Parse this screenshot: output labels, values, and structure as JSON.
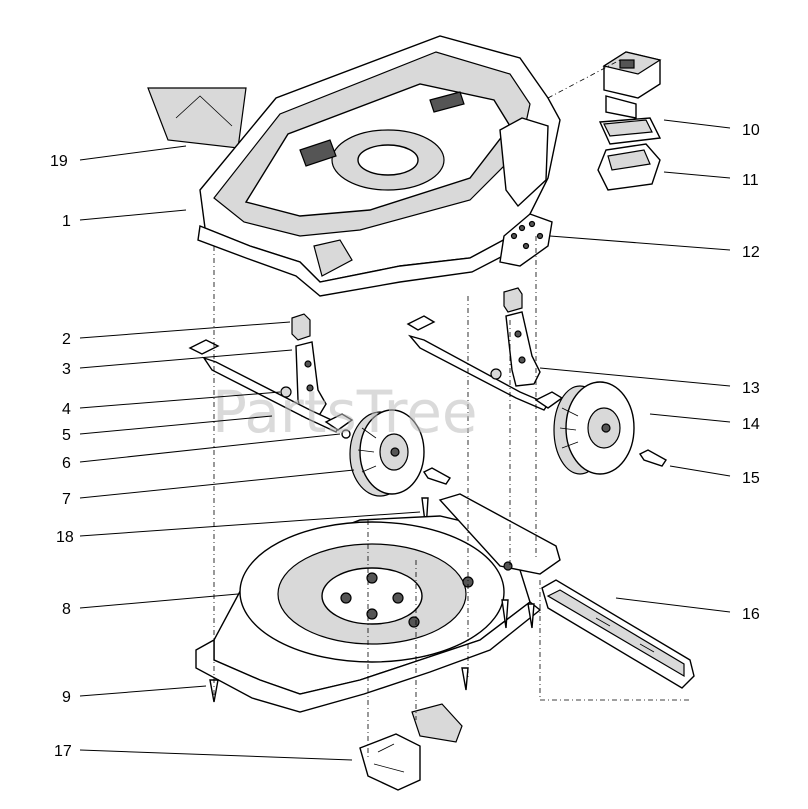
{
  "watermark": "PartsTree",
  "callouts": [
    {
      "id": "19",
      "label": "19"
    },
    {
      "id": "1",
      "label": "1"
    },
    {
      "id": "2",
      "label": "2"
    },
    {
      "id": "3",
      "label": "3"
    },
    {
      "id": "4",
      "label": "4"
    },
    {
      "id": "5",
      "label": "5"
    },
    {
      "id": "6",
      "label": "6"
    },
    {
      "id": "7",
      "label": "7"
    },
    {
      "id": "18",
      "label": "18"
    },
    {
      "id": "8",
      "label": "8"
    },
    {
      "id": "9",
      "label": "9"
    },
    {
      "id": "17",
      "label": "17"
    },
    {
      "id": "10",
      "label": "10"
    },
    {
      "id": "11",
      "label": "11"
    },
    {
      "id": "12",
      "label": "12"
    },
    {
      "id": "13",
      "label": "13"
    },
    {
      "id": "14",
      "label": "14"
    },
    {
      "id": "15",
      "label": "15"
    },
    {
      "id": "16",
      "label": "16"
    }
  ]
}
